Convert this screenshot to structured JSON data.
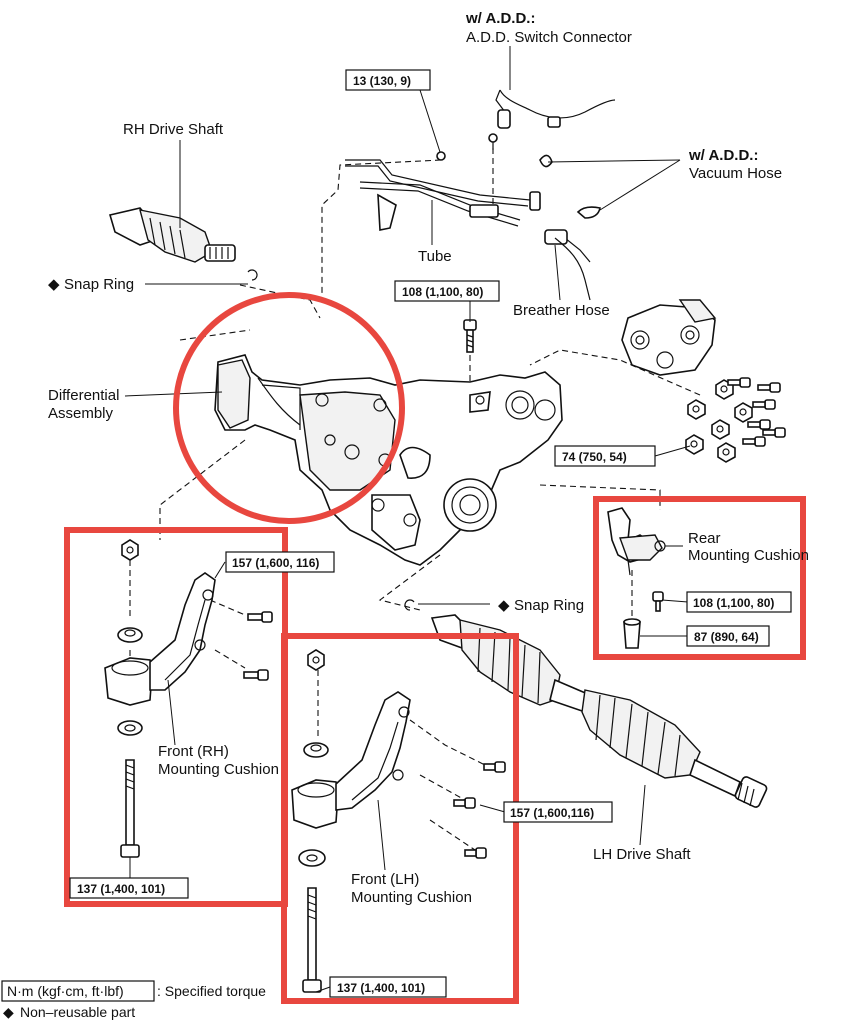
{
  "labels": {
    "add_top_prefix": "w/ A.D.D.:",
    "add_switch_connector": "A.D.D. Switch Connector",
    "add_vac_prefix": "w/ A.D.D.:",
    "vacuum_hose": "Vacuum Hose",
    "rh_drive_shaft": "RH Drive Shaft",
    "snap_ring_top": "Snap Ring",
    "tube": "Tube",
    "breather_hose": "Breather Hose",
    "differential_line1": "Differential",
    "differential_line2": "Assembly",
    "rear_cushion_line1": "Rear",
    "rear_cushion_line2": "Mounting Cushion",
    "snap_ring_mid": "Snap Ring",
    "front_rh_line1": "Front (RH)",
    "front_rh_line2": "Mounting Cushion",
    "front_lh_line1": "Front (LH)",
    "front_lh_line2": "Mounting Cushion",
    "lh_drive_shaft": "LH Drive Shaft"
  },
  "torques": {
    "t13": "13 (130, 9)",
    "t108_top": "108 (1,100, 80)",
    "t74": "74 (750, 54)",
    "t157_rh": "157 (1,600, 116)",
    "t108_rear": "108 (1,100, 80)",
    "t87": "87 (890, 64)",
    "t157_lh": "157 (1,600,116)",
    "t137_rh": "137 (1,400, 101)",
    "t137_lh": "137 (1,400, 101)"
  },
  "legend": {
    "torque_unit": "N·m (kgf·cm, ft·lbf)",
    "torque_text": ": Specified torque",
    "nonreusable": "Non–reusable part"
  },
  "symbols": {
    "nonreusable_mark": "◆"
  },
  "highlight_color": "#e8473f"
}
